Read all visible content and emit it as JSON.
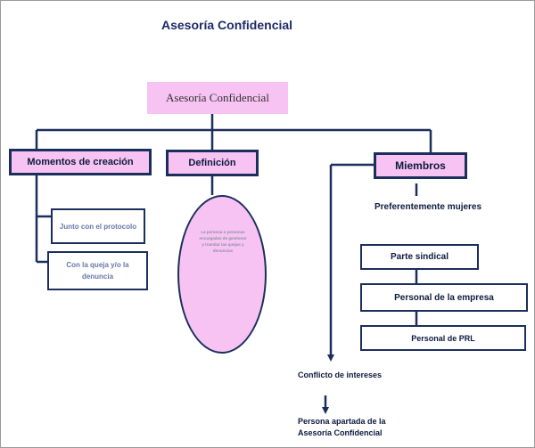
{
  "heading": "Asesoría Confidencial",
  "root": {
    "label": "Asesoría Confidencial"
  },
  "branches": {
    "momentos": {
      "label": "Momentos de creación",
      "children": [
        "Junto con el protocolo",
        "Con la queja y/o la denuncia"
      ]
    },
    "definicion": {
      "label": "Definición",
      "description": "La persona o personas encargadas de gestionar y tramitar las quejas y denuncias"
    },
    "miembros": {
      "label": "Miembros",
      "preference": "Preferentemente mujeres",
      "items": [
        "Parte sindical",
        "Personal de la empresa",
        "Personal de PRL"
      ]
    }
  },
  "conflict": {
    "label": "Conflicto de intereses",
    "outcome": "Persona apartada de la Asesoría Confidencial"
  },
  "colors": {
    "box_fill": "#f7c3f2",
    "border": "#1c2e5c",
    "title_text": "#1f2a66"
  }
}
